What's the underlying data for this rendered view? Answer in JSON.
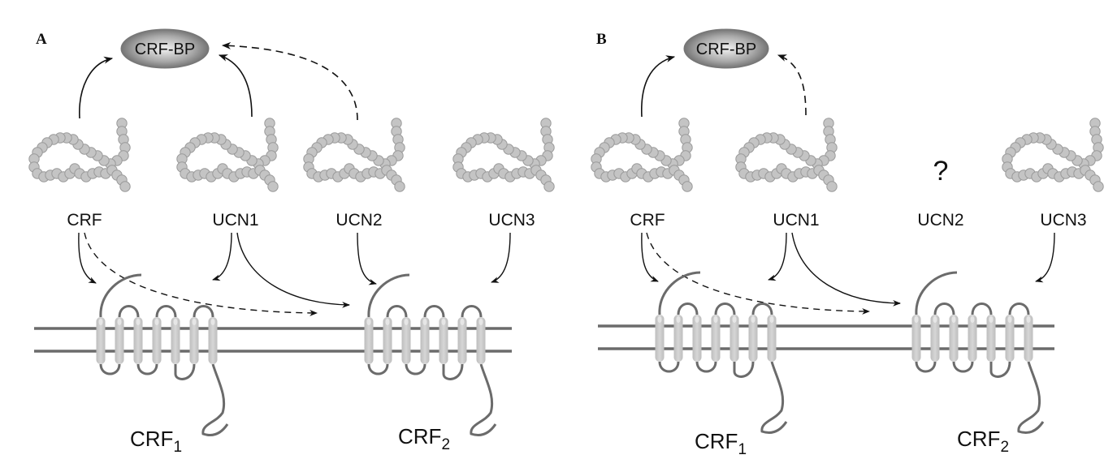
{
  "panels": [
    {
      "id": "A",
      "label": "A",
      "binding_protein": "CRF-BP",
      "ligands": [
        {
          "name": "CRF",
          "present": true
        },
        {
          "name": "UCN1",
          "present": true
        },
        {
          "name": "UCN2",
          "present": true
        },
        {
          "name": "UCN3",
          "present": true
        }
      ],
      "receptors": [
        {
          "base": "CRF",
          "subscript": "1"
        },
        {
          "base": "CRF",
          "subscript": "2"
        }
      ],
      "interactions": [
        {
          "from": "CRF",
          "to": "CRF-BP",
          "style": "solid"
        },
        {
          "from": "UCN1",
          "to": "CRF-BP",
          "style": "solid"
        },
        {
          "from": "UCN2",
          "to": "CRF-BP",
          "style": "dashed"
        },
        {
          "from": "CRF",
          "to": "CRF1",
          "style": "solid"
        },
        {
          "from": "CRF",
          "to": "CRF2",
          "style": "dashed"
        },
        {
          "from": "UCN1",
          "to": "CRF1",
          "style": "solid"
        },
        {
          "from": "UCN1",
          "to": "CRF2",
          "style": "solid"
        },
        {
          "from": "UCN2",
          "to": "CRF2",
          "style": "solid"
        },
        {
          "from": "UCN3",
          "to": "CRF2",
          "style": "solid"
        }
      ]
    },
    {
      "id": "B",
      "label": "B",
      "binding_protein": "CRF-BP",
      "ligands": [
        {
          "name": "CRF",
          "present": true
        },
        {
          "name": "UCN1",
          "present": true
        },
        {
          "name": "UCN2",
          "present": false,
          "unknown_marker": "?"
        },
        {
          "name": "UCN3",
          "present": true
        }
      ],
      "receptors": [
        {
          "base": "CRF",
          "subscript": "1"
        },
        {
          "base": "CRF",
          "subscript": "2"
        }
      ],
      "interactions": [
        {
          "from": "CRF",
          "to": "CRF-BP",
          "style": "solid"
        },
        {
          "from": "UCN1",
          "to": "CRF-BP",
          "style": "dashed"
        },
        {
          "from": "CRF",
          "to": "CRF1",
          "style": "solid"
        },
        {
          "from": "CRF",
          "to": "CRF2",
          "style": "dashed"
        },
        {
          "from": "UCN1",
          "to": "CRF1",
          "style": "solid"
        },
        {
          "from": "UCN1",
          "to": "CRF2",
          "style": "solid"
        },
        {
          "from": "UCN3",
          "to": "CRF2",
          "style": "solid"
        }
      ]
    }
  ],
  "colors": {
    "membrane": "#6b6b6b",
    "helix": "#c8c8c8",
    "bead_fill": "#c4c4c4",
    "bead_stroke": "#9a9a9a",
    "arrow": "#111111"
  }
}
